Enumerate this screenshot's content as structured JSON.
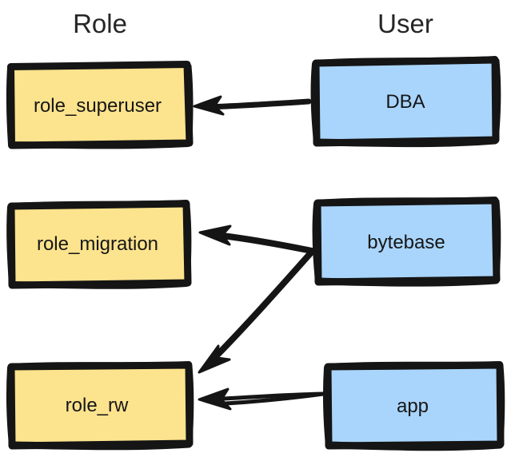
{
  "diagram": {
    "title_role": "Role",
    "title_user": "User",
    "style": "hand-drawn sketch",
    "colors": {
      "role_fill": "#fce38d",
      "user_fill": "#a9d5fc",
      "stroke": "#151515",
      "text": "#161616",
      "title_text": "#262626",
      "background": "#ffffff"
    },
    "columns": [
      {
        "id": "role",
        "label": "Role"
      },
      {
        "id": "user",
        "label": "User"
      }
    ],
    "nodes": [
      {
        "id": "role_superuser",
        "label": "role_superuser",
        "column": "role",
        "fill": "#fce38d"
      },
      {
        "id": "role_migration",
        "label": "role_migration",
        "column": "role",
        "fill": "#fce38d"
      },
      {
        "id": "role_rw",
        "label": "role_rw",
        "column": "role",
        "fill": "#fce38d"
      },
      {
        "id": "dba",
        "label": "DBA",
        "column": "user",
        "fill": "#a9d5fc"
      },
      {
        "id": "bytebase",
        "label": "bytebase",
        "column": "user",
        "fill": "#a9d5fc"
      },
      {
        "id": "app",
        "label": "app",
        "column": "user",
        "fill": "#a9d5fc"
      }
    ],
    "edges": [
      {
        "id": "dba-to-superuser",
        "from": "dba",
        "to": "role_superuser",
        "label": ""
      },
      {
        "id": "bytebase-to-migration",
        "from": "bytebase",
        "to": "role_migration",
        "label": ""
      },
      {
        "id": "bytebase-to-rw",
        "from": "bytebase",
        "to": "role_rw",
        "label": ""
      },
      {
        "id": "app-to-rw",
        "from": "app",
        "to": "role_rw",
        "label": ""
      }
    ]
  }
}
